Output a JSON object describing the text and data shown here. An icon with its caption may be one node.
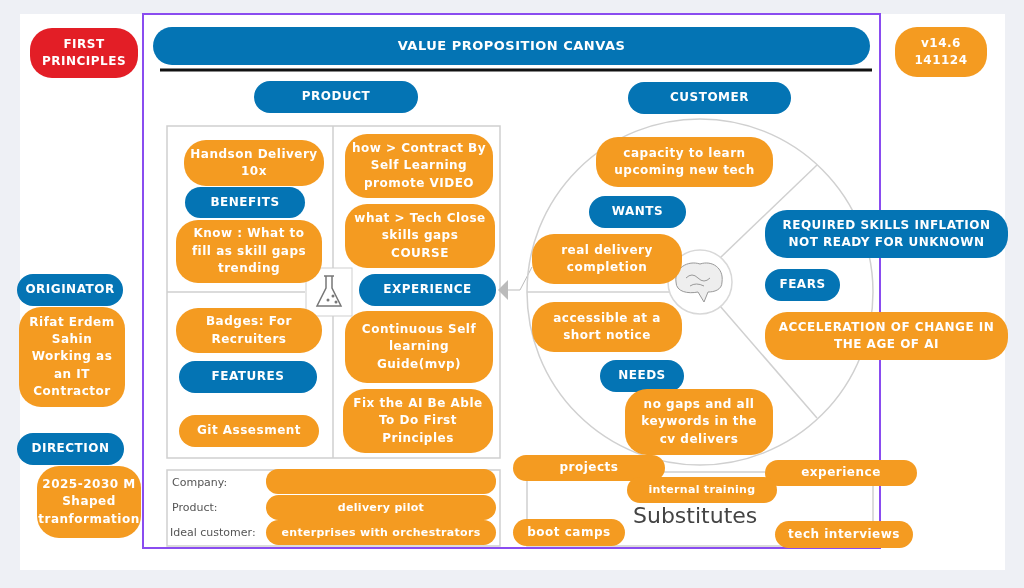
{
  "diagram": {
    "nodes": [
      {
        "text": [
          "FIRST PRINCIPLES"
        ]
      },
      {
        "text": [
          "VALUE PROPOSITION CANVAS"
        ]
      },
      {
        "text": [
          "v14.6 141124"
        ]
      },
      {
        "text": [
          "PRODUCT"
        ]
      },
      {
        "text": [
          "CUSTOMER"
        ]
      },
      {
        "text": [
          "Handson Delivery 10x"
        ]
      },
      {
        "text": [
          "BENEFITS"
        ]
      },
      {
        "text": [
          "Know : What to fill as skill gaps trending"
        ]
      },
      {
        "text": [
          "how > Contract By Self Learning promote VIDEO"
        ]
      },
      {
        "text": [
          "what > Tech Close skills gaps COURSE"
        ]
      },
      {
        "text": [
          "EXPERIENCE"
        ]
      },
      {
        "text": [
          "capacity to learn upcoming new tech"
        ]
      },
      {
        "text": [
          "WANTS"
        ]
      },
      {
        "text": [
          "real delivery completion"
        ]
      },
      {
        "text": [
          "REQUIRED SKILLS INFLATION NOT READY FOR UNKNOWN"
        ]
      },
      {
        "text": [
          "FEARS"
        ]
      },
      {
        "text": [
          "ORIGINATOR"
        ]
      },
      {
        "text": [
          "Rifat Erdem Sahin Working as an IT Contractor"
        ]
      },
      {
        "text": [
          "Badges: For Recruiters"
        ]
      },
      {
        "text": [
          "Continuous Self learning Guide(mvp)"
        ]
      },
      {
        "text": [
          "accessible at a short notice"
        ]
      },
      {
        "text": [
          "ACCELERATION OF CHANGE IN THE AGE OF AI"
        ]
      },
      {
        "text": [
          "FEATURES"
        ]
      },
      {
        "text": [
          "NEEDS"
        ]
      },
      {
        "text": [
          "Fix the AI Be Able To Do First Principles"
        ]
      },
      {
        "text": [
          "Git Assesment"
        ]
      },
      {
        "text": [
          "no gaps and all keywords in the cv delivers"
        ]
      },
      {
        "text": [
          "DIRECTION"
        ]
      },
      {
        "text": [
          "2025-2030 M Shaped tranformation"
        ]
      },
      {
        "text": [
          "projects"
        ]
      },
      {
        "text": [
          "experience"
        ]
      },
      {
        "text": [],
        "shape": "box"
      },
      {
        "text": [
          "internal training"
        ]
      },
      {
        "text": [
          "delivery pilot"
        ]
      },
      {
        "text": [
          "enterprises with orchestrators"
        ]
      },
      {
        "text": [
          "boot camps"
        ]
      },
      {
        "text": [
          "tech interviews"
        ]
      }
    ],
    "edges": [
      {
        "from": 13,
        "to": 10,
        "arrow": "to"
      }
    ],
    "labels": [
      "Company:",
      "Product:",
      "Ideal customer:",
      "Substitutes"
    ]
  }
}
